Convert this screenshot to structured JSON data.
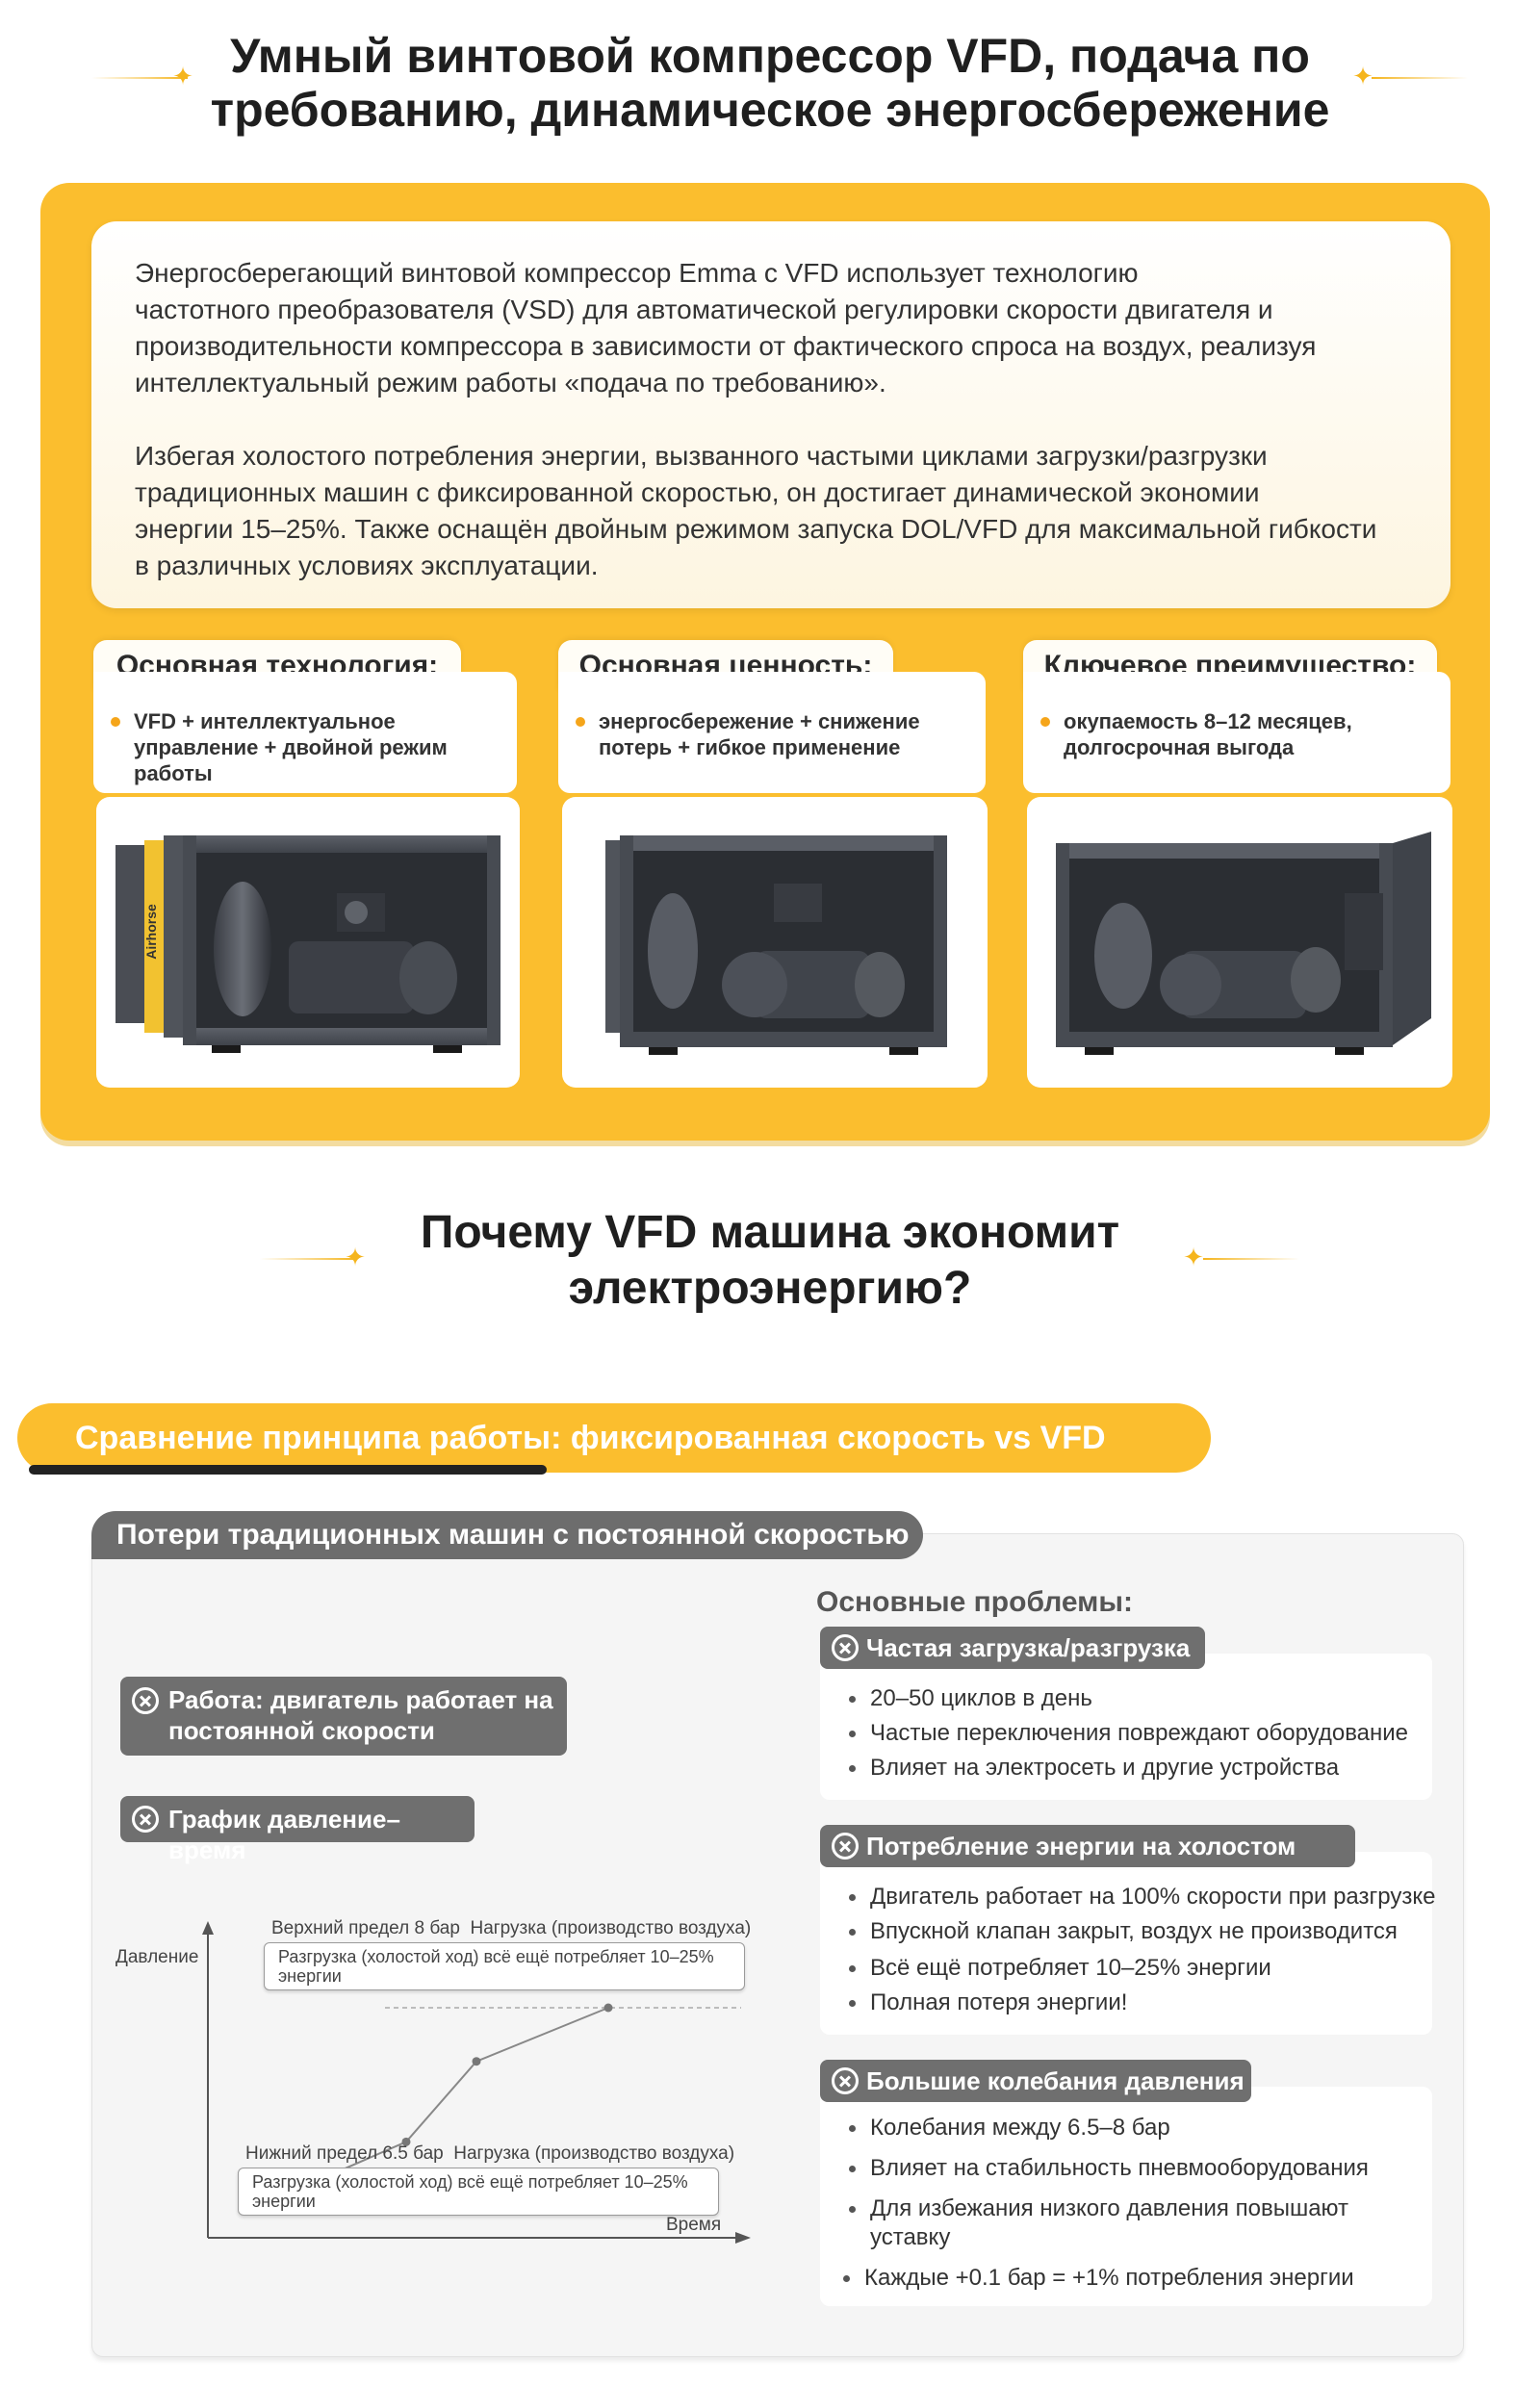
{
  "header": {
    "title_line1": "Умный винтовой компрессор VFD, подача по",
    "title_line2": "требованию, динамическое энергосбережение"
  },
  "intro": {
    "p1_line1": "Энергосберегающий винтовой компрессор Emma с VFD использует технологию",
    "p1_line2": "частотного преобразователя (VSD) для автоматической регулировки скорости двигателя и",
    "p1_line3": "производительности компрессора в зависимости от фактического спроса на воздух, реализуя",
    "p1_line4": "интеллектуальный режим работы «подача по требованию».",
    "p2_line1": "Избегая холостого потребления энергии, вызванного частыми циклами загрузки/разгрузки",
    "p2_line2": "традиционных машин с фиксированной скоростью, он достигает динамической экономии",
    "p2_line3": "энергии 15–25%. Также оснащён двойным режимом запуска DOL/VFD для максимальной гибкости",
    "p2_line4": "в различных условиях эксплуатации."
  },
  "cards": [
    {
      "tab": "Основная технология:",
      "bullet": [
        "VFD + интеллектуальное",
        "управление + двойной режим",
        "работы"
      ],
      "image_brand": "Airhorse"
    },
    {
      "tab": "Основная ценность:",
      "bullet": [
        "энергосбережение + снижение",
        "потерь + гибкое применение"
      ]
    },
    {
      "tab": "Ключевое преимущество:",
      "bullet": [
        "окупаемость 8–12 месяцев,",
        "долгосрочная выгода"
      ]
    }
  ],
  "section2": {
    "title_line1": "Почему VFD машина экономит",
    "title_line2": "электроэнергию?",
    "banner": "Сравнение принципа работы: фиксированная скорость vs VFD",
    "panel_tab": "Потери традиционных машин с постоянной скоростью",
    "work_line1": "Работа: двигатель работает на",
    "work_line2": "постоянной скорости",
    "graph_label": "График давление–время",
    "problems_title": "Основные проблемы:",
    "problems": [
      {
        "title": "Частая загрузка/разгрузка",
        "items": [
          "20–50 циклов в день",
          "Частые переключения повреждают оборудование",
          "Влияет на электросеть и другие устройства"
        ]
      },
      {
        "title": "Потребление энергии на холостом ходу",
        "items": [
          "Двигатель работает на 100% скорости при разгрузке",
          "Впускной клапан закрыт, воздух не производится",
          "Всё ещё потребляет 10–25% энергии",
          "Полная потеря энергии!"
        ]
      },
      {
        "title": "Большие колебания давления",
        "items": [
          "Колебания между 6.5–8 бар",
          "Влияет на стабильность пневмооборудования",
          "Для избежания низкого давления повышают уставку",
          "Каждые +0.1 бар = +1% потребления энергии"
        ]
      }
    ]
  },
  "chart_data": {
    "type": "line",
    "ylabel": "Давление",
    "xlabel": "Время",
    "upper_label": "Верхний предел 8 бар  Нагрузка (производство воздуха)",
    "upper_note_line1": "Разгрузка (холостой ход) всё ещё потребляет 10–25%",
    "upper_note_line2": "энергии",
    "lower_label": "Нижний предел 6.5 бар  Нагрузка (производство воздуха)",
    "lower_note_line1": "Разгрузка (холостой ход) всё ещё потребляет 10–25%",
    "lower_note_line2": "энергии",
    "x": [
      0,
      1,
      2,
      3
    ],
    "y": [
      6.5,
      7.0,
      7.6,
      8.0
    ],
    "ylim": [
      6.2,
      8.6
    ]
  },
  "colors": {
    "accent": "#fbbe2e",
    "dark": "#6f6f6f"
  }
}
